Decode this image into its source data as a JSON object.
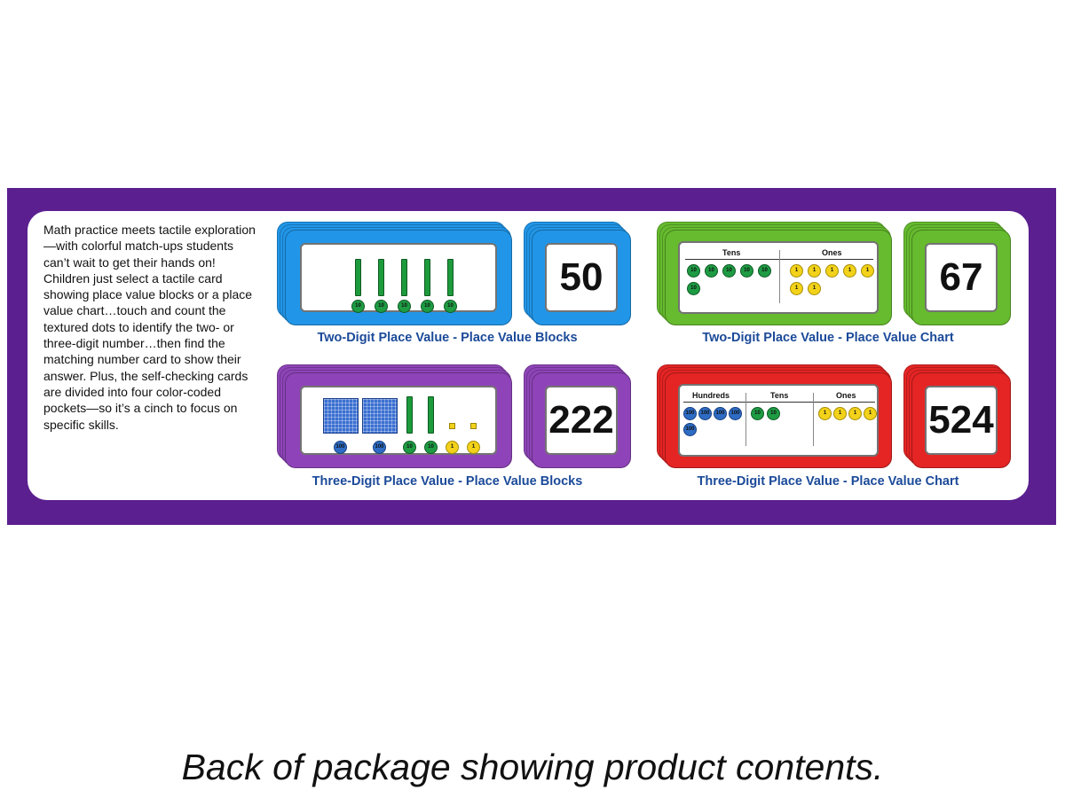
{
  "description": "Math practice meets tactile exploration—with colorful match-ups students can’t wait to get their hands on! Children just select a tactile card showing place value blocks or a place value chart…touch and count the textured dots to identify the two- or three-digit number…then find the matching number card to show their answer. Plus, the self-checking cards are divided into four color-coded pockets—so it’s a cinch to focus on specific skills.",
  "card_sets": [
    {
      "caption": "Two-Digit Place Value - Place Value Blocks",
      "number": "50",
      "color": "#2196e8"
    },
    {
      "caption": "Two-Digit Place Value - Place Value Chart",
      "number": "67",
      "color": "#66bb2e",
      "headers": [
        "Tens",
        "Ones"
      ]
    },
    {
      "caption": "Three-Digit Place Value - Place Value Blocks",
      "number": "222",
      "color": "#8e44b8"
    },
    {
      "caption": "Three-Digit Place Value - Place Value Chart",
      "number": "524",
      "color": "#e52424",
      "headers": [
        "Hundreds",
        "Tens",
        "Ones"
      ]
    }
  ],
  "coin_labels": {
    "hundred": "100",
    "ten": "10",
    "one": "1"
  },
  "colors": {
    "banner": "#5b1f8f",
    "caption": "#1b4a99"
  },
  "footer_caption": "Back of package showing product contents."
}
